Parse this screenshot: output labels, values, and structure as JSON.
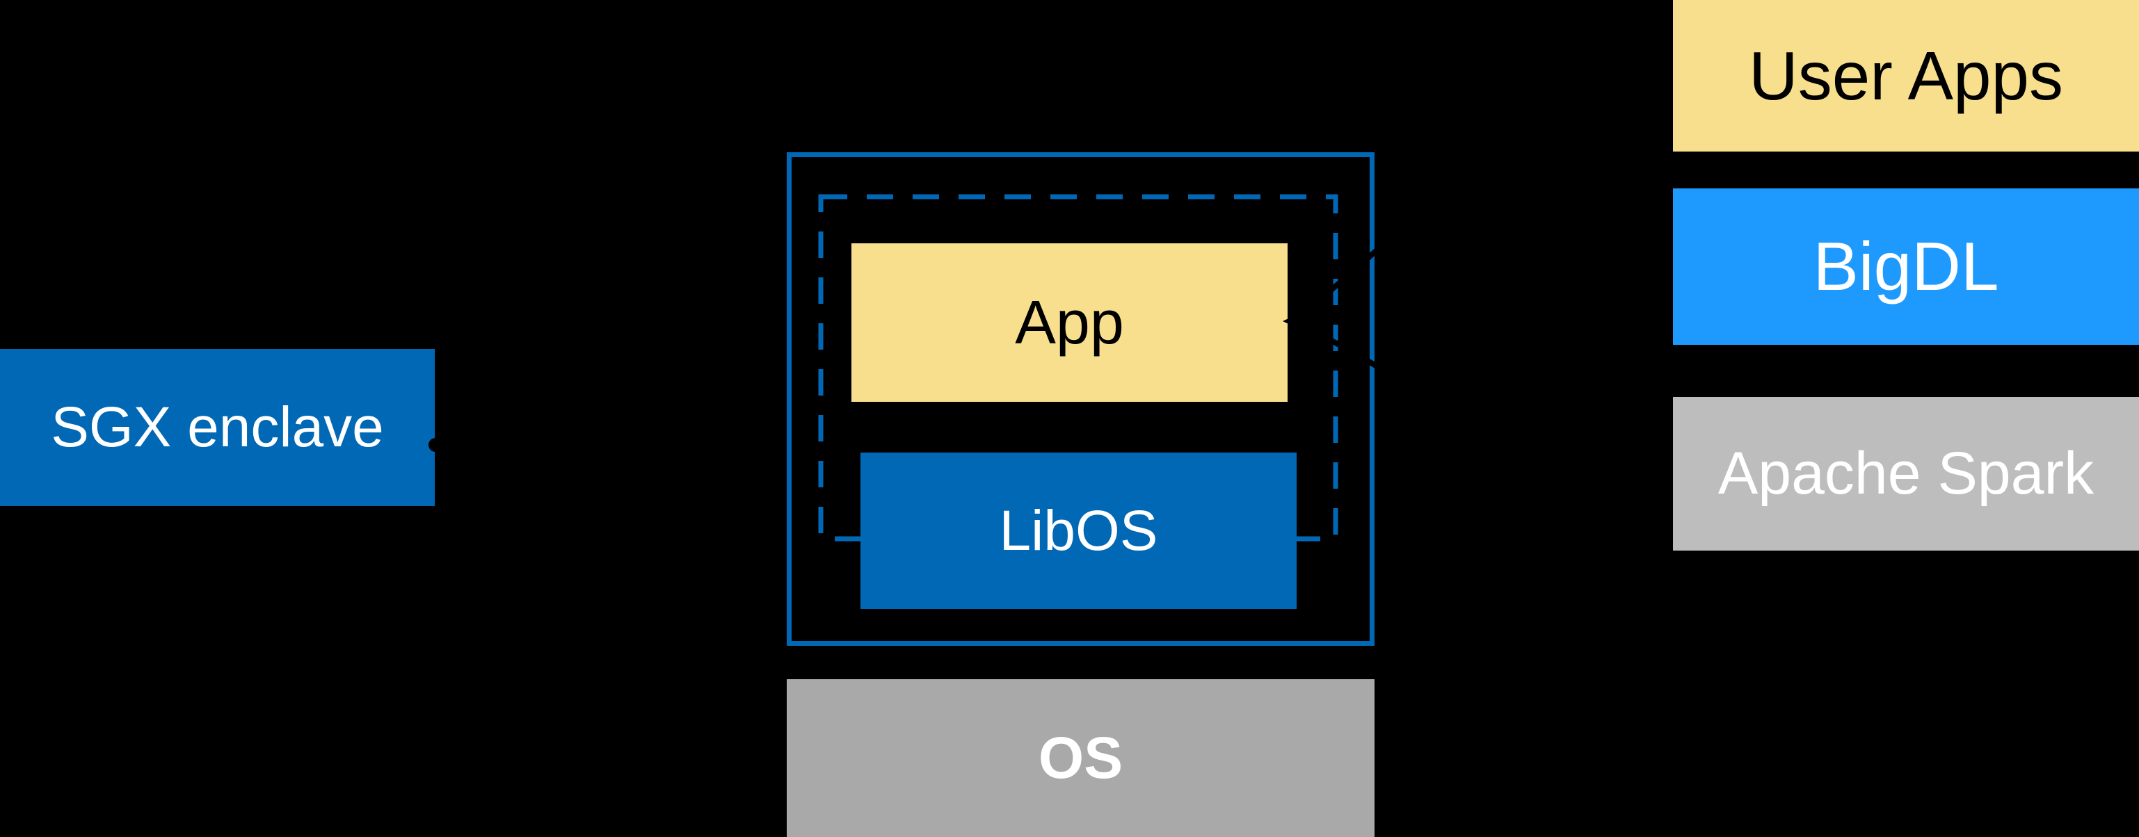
{
  "canvas": {
    "background": "#000000"
  },
  "colors": {
    "intel_blue": "#0068B5",
    "bright_blue": "#1E9AFF",
    "yellow": "#F8DF8D",
    "gray_spark": "#BDBDBD",
    "gray_os": "#A9A9A9",
    "white": "#FFFFFF",
    "black": "#000000"
  },
  "labels": {
    "sgx": "SGX enclave",
    "app": "App",
    "libos": "LibOS",
    "os": "OS",
    "user_apps": "User Apps",
    "bigdl": "BigDL",
    "apache_spark": "Apache Spark"
  }
}
